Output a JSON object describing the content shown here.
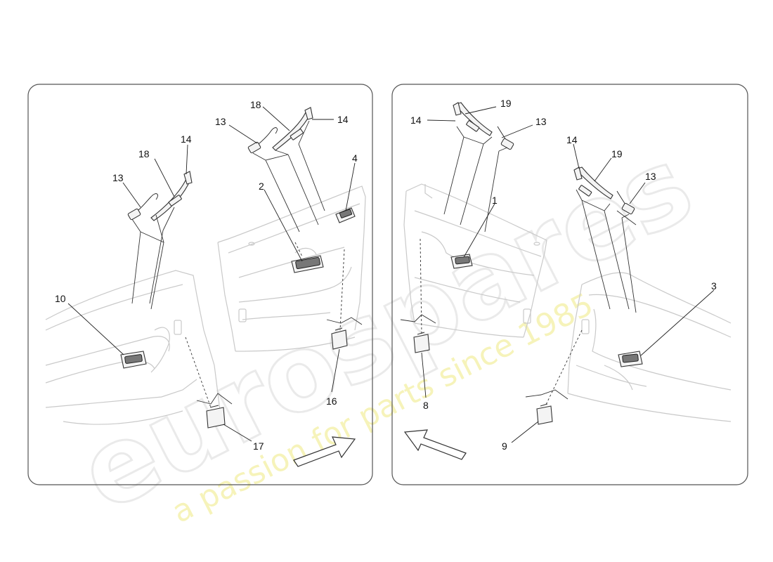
{
  "watermark": {
    "brand": "eurospares",
    "tagline": "a passion for parts since 1985"
  },
  "callouts": {
    "left": [
      "2",
      "4",
      "10",
      "13",
      "13",
      "14",
      "14",
      "16",
      "17",
      "18",
      "18"
    ],
    "right": [
      "1",
      "3",
      "8",
      "9",
      "13",
      "13",
      "14",
      "14",
      "19",
      "19"
    ]
  }
}
